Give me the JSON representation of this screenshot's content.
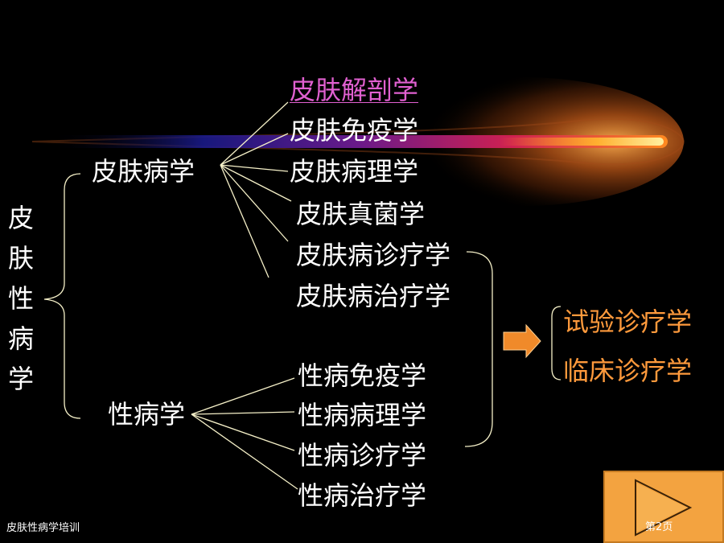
{
  "root": {
    "chars": [
      "皮",
      "肤",
      "性",
      "病",
      "学"
    ]
  },
  "branches": {
    "derm": {
      "label": "皮肤病学",
      "children": [
        "皮肤解剖学",
        "皮肤免疫学",
        "皮肤病理学",
        "皮肤真菌学",
        "皮肤病诊疗学",
        "皮肤病治疗学"
      ]
    },
    "std": {
      "label": "性病学",
      "children": [
        "性病免疫学",
        "性病病理学",
        "性病诊疗学",
        "性病治疗学"
      ]
    }
  },
  "outcome": {
    "items": [
      "试验诊疗学",
      "临床诊疗学"
    ]
  },
  "footer": {
    "title": "皮肤性病学培训",
    "page": "第2页"
  },
  "colors": {
    "background": "#000000",
    "text": "#ffffff",
    "link": "#e060d0",
    "outcome": "#ff9a3c",
    "line": "#f5f0c8",
    "arrow": "#f08a2a",
    "nav_button": "#f3a340"
  },
  "icons": {
    "arrow": "right-arrow-icon",
    "nav": "play-triangle-icon"
  }
}
